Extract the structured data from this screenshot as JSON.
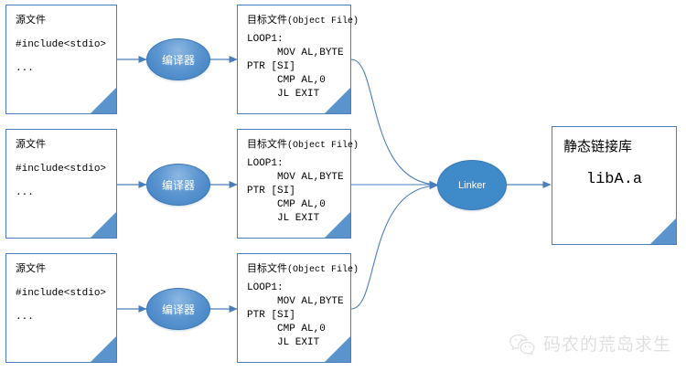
{
  "diagram": {
    "title": "static-linking-compilation-flow",
    "colors": {
      "border": "#4a7ebb",
      "connector": "#4a7ebb",
      "ellipse_fill": "#3f8ac8",
      "fold": "#5b93cd",
      "text": "#000000",
      "watermark": "#999999"
    },
    "source_files": [
      {
        "title": "源文件",
        "line1": "#include<stdio>",
        "line2": "..."
      },
      {
        "title": "源文件",
        "line1": "#include<stdio>",
        "line2": "..."
      },
      {
        "title": "源文件",
        "line1": "#include<stdio>",
        "line2": "..."
      }
    ],
    "compilers": [
      {
        "label": "编译器"
      },
      {
        "label": "编译器"
      },
      {
        "label": "编译器"
      }
    ],
    "object_files": [
      {
        "title_cn": "目标文件",
        "title_en": "(Object File)",
        "code": "LOOP1:\n     MOV AL,BYTE\nPTR [SI]\n     CMP AL,0\n     JL EXIT"
      },
      {
        "title_cn": "目标文件",
        "title_en": "(Object File)",
        "code": "LOOP1:\n     MOV AL,BYTE\nPTR [SI]\n     CMP AL,0\n     JL EXIT"
      },
      {
        "title_cn": "目标文件",
        "title_en": "(Object File)",
        "code": "LOOP1:\n     MOV AL,BYTE\nPTR [SI]\n     CMP AL,0\n     JL EXIT"
      }
    ],
    "linker": {
      "label": "Linker"
    },
    "static_library": {
      "title": "静态链接库",
      "name": "libA.a"
    },
    "watermark": {
      "text": "码农的荒岛求生",
      "logo": "wechat-logo-icon"
    }
  }
}
